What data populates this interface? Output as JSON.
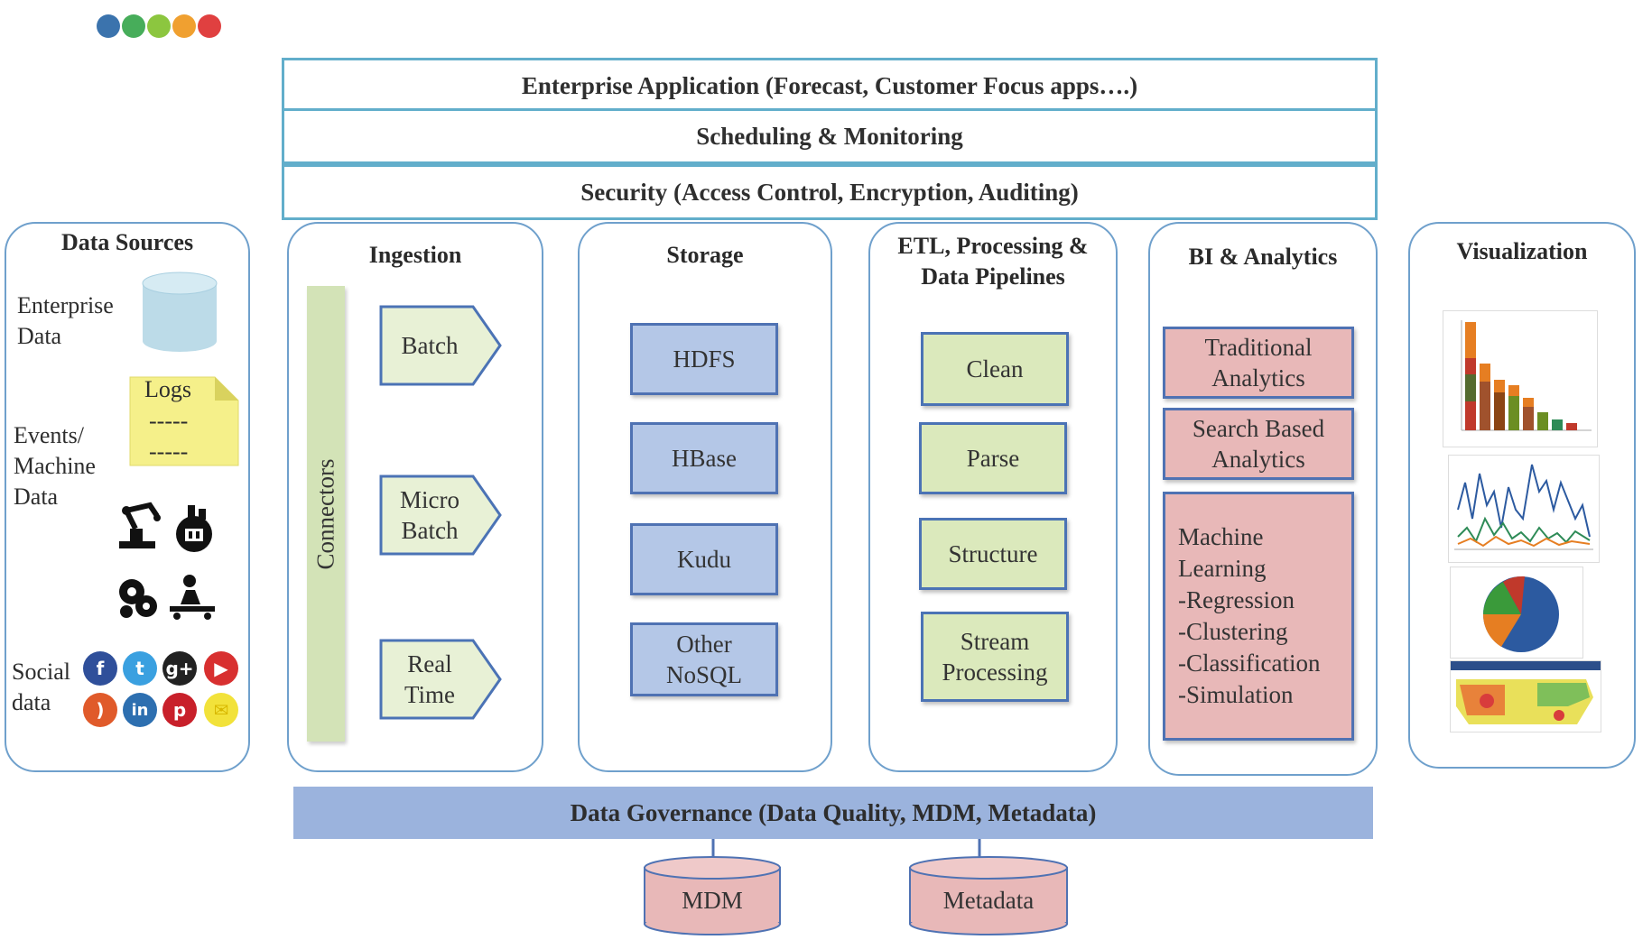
{
  "bands": {
    "enterprise": "Enterprise Application (Forecast, Customer Focus apps….)",
    "scheduling": "Scheduling & Monitoring",
    "security": "Security (Access Control, Encryption, Auditing)"
  },
  "data_sources": {
    "title": "Data Sources",
    "enterprise_l1": "Enterprise",
    "enterprise_l2": "Data",
    "logs_title": "Logs",
    "logs_line1": "-----",
    "logs_line2": "-----",
    "events_l1": "Events/",
    "events_l2": "Machine",
    "events_l3": "Data",
    "social_l1": "Social",
    "social_l2": "data"
  },
  "ingestion": {
    "title": "Ingestion",
    "connectors": "Connectors",
    "batch": "Batch",
    "micro_l1": "Micro",
    "micro_l2": "Batch",
    "real_l1": "Real",
    "real_l2": "Time"
  },
  "storage": {
    "title": "Storage",
    "hdfs": "HDFS",
    "hbase": "HBase",
    "kudu": "Kudu",
    "other_l1": "Other",
    "other_l2": "NoSQL"
  },
  "etl": {
    "title_l1": "ETL, Processing &",
    "title_l2": "Data Pipelines",
    "clean": "Clean",
    "parse": "Parse",
    "structure": "Structure",
    "stream_l1": "Stream",
    "stream_l2": "Processing"
  },
  "bi": {
    "title": "BI & Analytics",
    "trad_l1": "Traditional",
    "trad_l2": "Analytics",
    "search_l1": "Search Based",
    "search_l2": "Analytics",
    "ml_l1": "Machine",
    "ml_l2": "Learning",
    "ml_l3": "-Regression",
    "ml_l4": "-Clustering",
    "ml_l5": "-Classification",
    "ml_l6": "-Simulation"
  },
  "visualization": {
    "title": "Visualization"
  },
  "governance": {
    "title": "Data Governance (Data Quality, MDM, Metadata)",
    "mdm": "MDM",
    "metadata": "Metadata"
  },
  "colors": {
    "band_border": "#62aecb",
    "column_border": "#6fa0cc",
    "storage_fill": "#b4c7e7",
    "etl_fill": "#dbe9bc",
    "bi_fill": "#e8b8b8",
    "governance_fill": "#9bb3dd",
    "cylinder_fill": "#e8b8b8"
  }
}
